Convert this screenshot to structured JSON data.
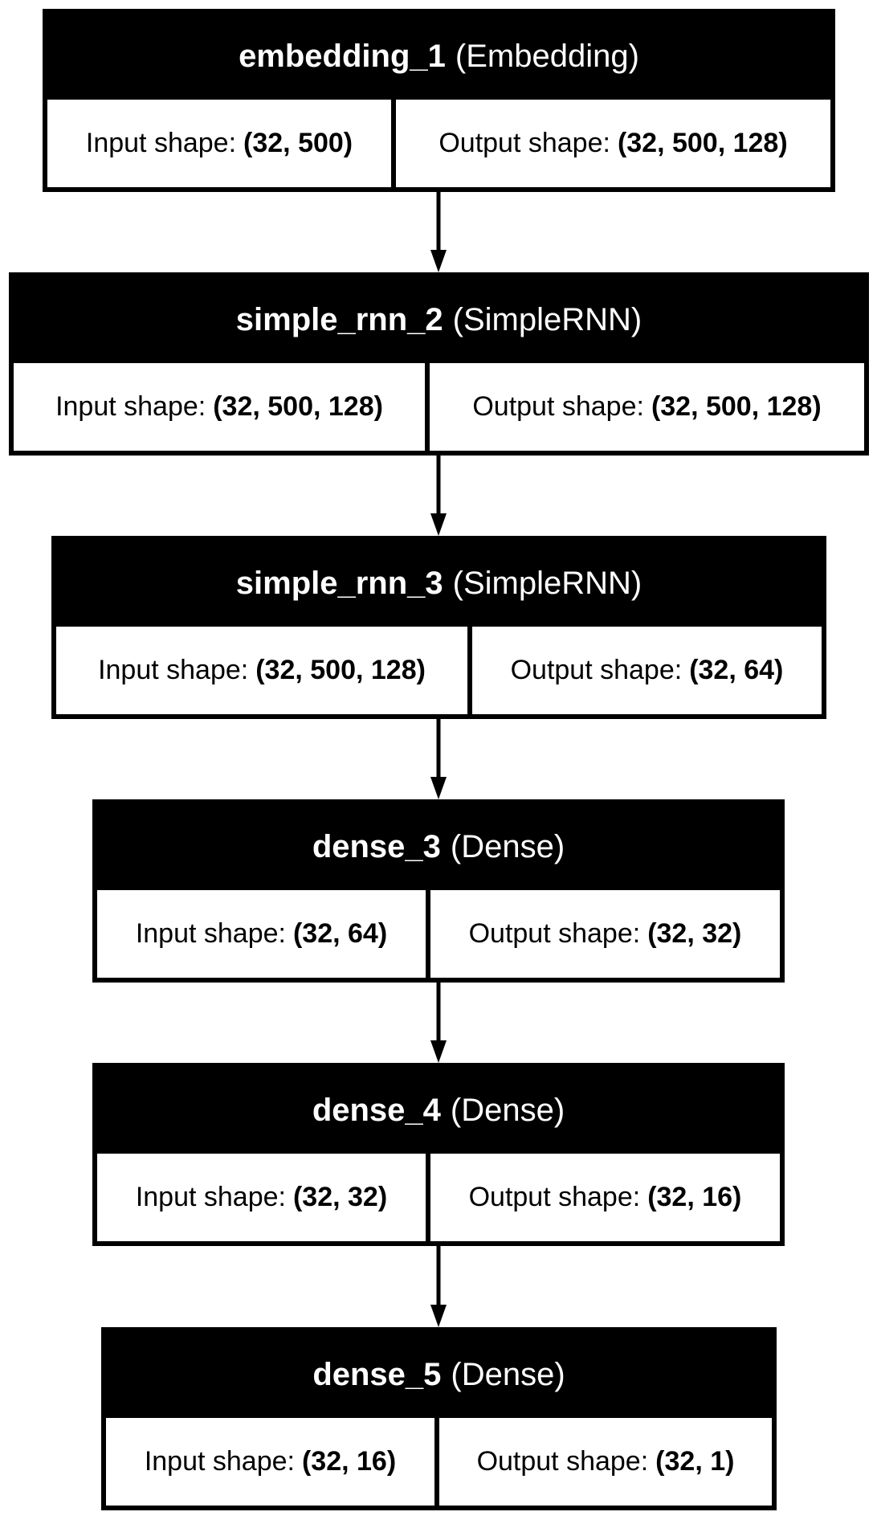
{
  "layers": [
    {
      "name": "embedding_1",
      "type": "(Embedding)",
      "input_label": "Input shape:",
      "input_value": "(32, 500)",
      "output_label": "Output shape:",
      "output_value": "(32, 500, 128)"
    },
    {
      "name": "simple_rnn_2",
      "type": "(SimpleRNN)",
      "input_label": "Input shape:",
      "input_value": "(32, 500, 128)",
      "output_label": "Output shape:",
      "output_value": "(32, 500, 128)"
    },
    {
      "name": "simple_rnn_3",
      "type": "(SimpleRNN)",
      "input_label": "Input shape:",
      "input_value": "(32, 500, 128)",
      "output_label": "Output shape:",
      "output_value": "(32, 64)"
    },
    {
      "name": "dense_3",
      "type": "(Dense)",
      "input_label": "Input shape:",
      "input_value": "(32, 64)",
      "output_label": "Output shape:",
      "output_value": "(32, 32)"
    },
    {
      "name": "dense_4",
      "type": "(Dense)",
      "input_label": "Input shape:",
      "input_value": "(32, 32)",
      "output_label": "Output shape:",
      "output_value": "(32, 16)"
    },
    {
      "name": "dense_5",
      "type": "(Dense)",
      "input_label": "Input shape:",
      "input_value": "(32, 16)",
      "output_label": "Output shape:",
      "output_value": "(32, 1)"
    }
  ],
  "edges": [
    {
      "from": "embedding_1",
      "to": "simple_rnn_2"
    },
    {
      "from": "simple_rnn_2",
      "to": "simple_rnn_3"
    },
    {
      "from": "simple_rnn_3",
      "to": "dense_3"
    },
    {
      "from": "dense_3",
      "to": "dense_4"
    },
    {
      "from": "dense_4",
      "to": "dense_5"
    }
  ],
  "colors": {
    "header": "#000000",
    "cell": "#ffffff",
    "text_header": "#ffffff",
    "text_cell": "#000000"
  }
}
